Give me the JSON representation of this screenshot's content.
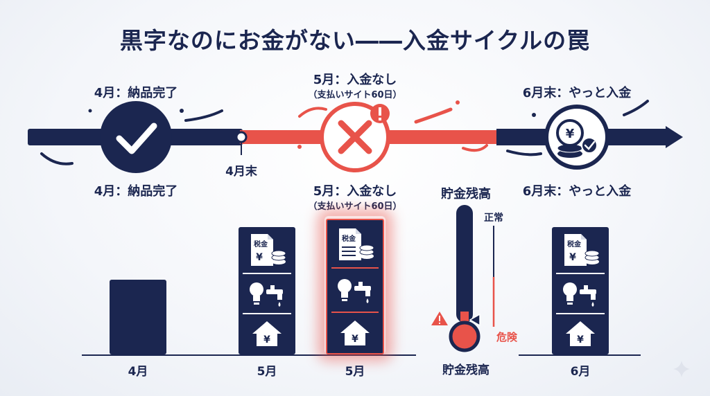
{
  "title": "黒字なのにお金がない――入金サイクルの罠",
  "timeline": {
    "april_label": "4月：納品完了",
    "april_end": "4月末",
    "may_label": "5月：入金なし",
    "may_sub": "（支払いサイト60日）",
    "june_label": "6月末：やっと入金"
  },
  "chart": {
    "april_label": "4月：納品完了",
    "may_label": "5月：入金なし",
    "may_sub": "（支払いサイト60日）",
    "june_label": "6月末：やっと入金",
    "tax_label": "税金",
    "yen_symbol": "¥",
    "thermo_title": "貯金残高",
    "thermo_bottom": "貯金残高",
    "normal": "正常",
    "danger": "危険",
    "x_labels": [
      "4月",
      "5月",
      "5月",
      "6月"
    ]
  },
  "colors": {
    "navy": "#1b2650",
    "red": "#e8534a",
    "pink": "#f6b5b1"
  }
}
